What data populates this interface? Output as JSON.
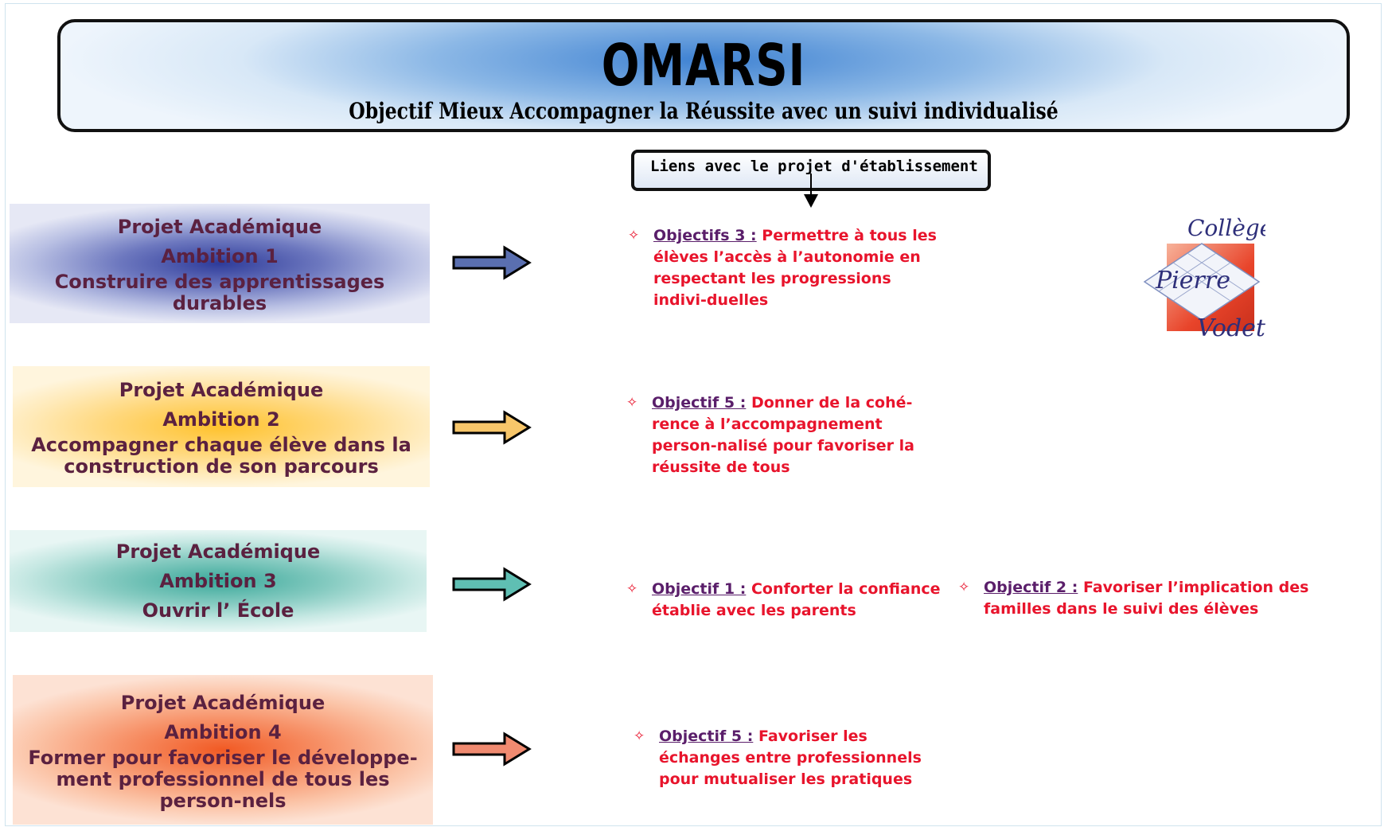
{
  "header": {
    "title": "OMARSI",
    "subtitle": "Objectif Mieux Accompagner la Réussite avec un suivi individualisé"
  },
  "liens_label": "Liens avec le projet d'établissement",
  "ambitions": [
    {
      "line1": "Projet Académique",
      "line2": "Ambition 1",
      "description": "Construire des apprentissages durables",
      "arrow_color": "#5a6fb0"
    },
    {
      "line1": "Projet Académique",
      "line2": "Ambition 2",
      "description": "Accompagner chaque élève dans la construction de son parcours",
      "arrow_color": "#f7c66a"
    },
    {
      "line1": "Projet Académique",
      "line2": "Ambition 3",
      "description": "Ouvrir l’ École",
      "arrow_color": "#5fbfb3"
    },
    {
      "line1": "Projet Académique",
      "line2": "Ambition 4",
      "description": "Former pour favoriser le développe-ment professionnel de tous les person-nels",
      "arrow_color": "#f08a70"
    }
  ],
  "objectives": [
    {
      "label": "Objectifs 3 :",
      "text": "Permettre à tous les élèves l’accès à l’autonomie en respectant les progressions indivi-duelles"
    },
    {
      "label": "Objectif 5 :",
      "text": "Donner de la cohé-rence à l’accompagnement person-nalisé pour favoriser la réussite de tous"
    },
    {
      "label": "Objectif 1 :",
      "text": "Conforter la confiance établie avec les parents"
    },
    {
      "label": "Objectif 2 :",
      "text": "Favoriser l’implication des familles dans le suivi des élèves"
    },
    {
      "label": "Objectif  5 :",
      "text": "Favoriser les échanges entre professionnels pour mutualiser les pratiques"
    }
  ],
  "bullet_glyph": "✧",
  "logo": {
    "line1": "Collège",
    "line2": "Pierre",
    "line3": "Vodet"
  },
  "colors": {
    "objective_text": "#e8142c",
    "objective_label": "#5a1e6a",
    "ambition_text": "#5b2140"
  }
}
